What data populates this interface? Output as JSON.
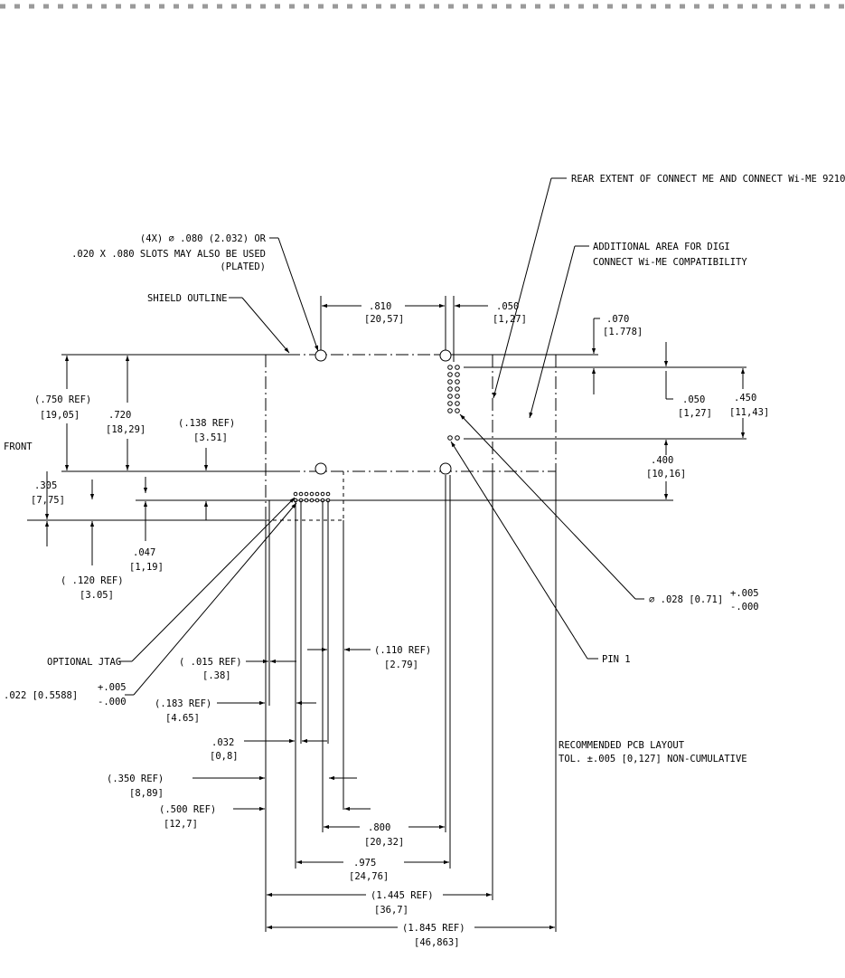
{
  "labels": {
    "rear_extent": "REAR EXTENT OF CONNECT ME AND CONNECT Wi-ME 9210",
    "add_area_1": "ADDITIONAL AREA FOR DIGI",
    "add_area_2": "CONNECT Wi-ME COMPATIBILITY",
    "holes_1": "(4X) ∅ .080 (2.032) OR",
    "holes_2": ".020 X .080 SLOTS MAY ALSO BE USED",
    "holes_3": "(PLATED)",
    "shield": "SHIELD OUTLINE",
    "front": "FRONT",
    "jtag": "OPTIONAL JTAG",
    "pin1": "PIN 1",
    "rec_1": "RECOMMENDED PCB LAYOUT",
    "rec_2": "TOL. ±.005 [0,127] NON-CUMULATIVE",
    "jtag_pad": ".022 [0.5588]",
    "jtag_tol_plus": "+.005",
    "jtag_tol_minus": "-.000",
    "pin_pad": "∅ .028 [0.71]",
    "pin_tol_plus": "+.005",
    "pin_tol_minus": "-.000"
  },
  "dimensions": {
    "d810": {
      "in": ".810",
      "mm": "[20,57]"
    },
    "d050top": {
      "in": ".050",
      "mm": "[1,27]"
    },
    "d070": {
      "in": ".070",
      "mm": "[1.778]"
    },
    "d750": {
      "in": "(.750   REF)",
      "mm": "[19,05]"
    },
    "d720": {
      "in": ".720",
      "mm": "[18,29]"
    },
    "d138": {
      "in": "(.138 REF)",
      "mm": "[3.51]"
    },
    "d050r": {
      "in": ".050",
      "mm": "[1,27]"
    },
    "d450": {
      "in": ".450",
      "mm": "[11,43]"
    },
    "d400": {
      "in": ".400",
      "mm": "[10,16]"
    },
    "d305": {
      "in": ".305",
      "mm": "[7,75]"
    },
    "d047": {
      "in": ".047",
      "mm": "[1,19]"
    },
    "d120": {
      "in": "( .120 REF)",
      "mm": "[3.05]"
    },
    "d015": {
      "in": "( .015 REF)",
      "mm": "[.38]"
    },
    "d110": {
      "in": "(.110 REF)",
      "mm": "[2.79]"
    },
    "d183": {
      "in": "(.183 REF)",
      "mm": "[4.65]"
    },
    "d032": {
      "in": ".032",
      "mm": "[0,8]"
    },
    "d350": {
      "in": "(.350 REF)",
      "mm": "[8,89]"
    },
    "d500": {
      "in": "(.500   REF)",
      "mm": "[12,7]"
    },
    "d800": {
      "in": ".800",
      "mm": "[20,32]"
    },
    "d975": {
      "in": ".975",
      "mm": "[24,76]"
    },
    "d1445": {
      "in": "(1.445  REF)",
      "mm": "[36,7]"
    },
    "d1845": {
      "in": "(1.845 REF)",
      "mm": "[46,863]"
    }
  }
}
